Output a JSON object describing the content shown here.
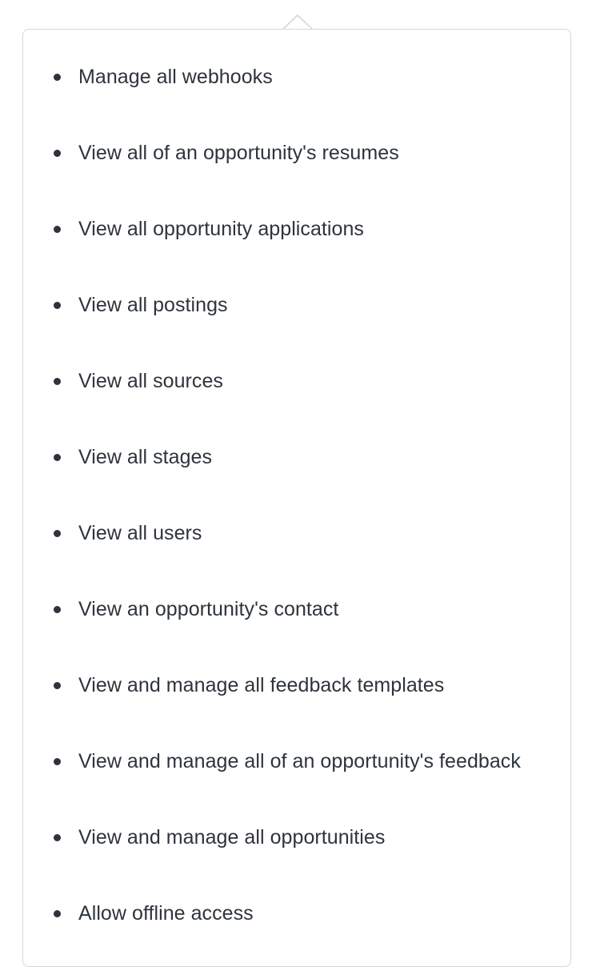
{
  "popover": {
    "type": "permissions-popover",
    "arrow_direction": "up",
    "colors": {
      "background": "#ffffff",
      "border": "#d4d7dd",
      "text": "#2e343c",
      "bullet": "#2e343c",
      "page_background": "#ffffff"
    },
    "permissions": [
      {
        "label": "Manage all webhooks"
      },
      {
        "label": "View all of an opportunity's resumes"
      },
      {
        "label": "View all opportunity applications"
      },
      {
        "label": "View all postings"
      },
      {
        "label": "View all sources"
      },
      {
        "label": "View all stages"
      },
      {
        "label": "View all users"
      },
      {
        "label": "View an opportunity's contact"
      },
      {
        "label": "View and manage all feedback templates"
      },
      {
        "label": "View and manage all of an opportunity's feedback"
      },
      {
        "label": "View and manage all opportunities"
      },
      {
        "label": "Allow offline access"
      }
    ]
  }
}
